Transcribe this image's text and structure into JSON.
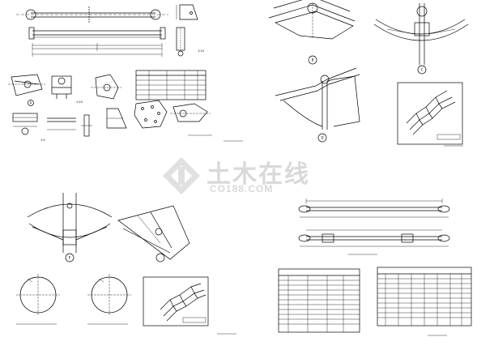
{
  "watermark": {
    "name_cn": "土木在线",
    "site": "CO188.COM"
  },
  "details": {
    "A": "A",
    "B": "B",
    "C": "C",
    "D": "D",
    "E": "E"
  },
  "scales": {
    "s1": "1:10",
    "s2": "1:10",
    "s3": "1:5"
  },
  "tables": {
    "small": {
      "rows": [
        [
          "",
          "",
          "",
          ""
        ],
        [
          "",
          "",
          "",
          ""
        ],
        [
          "",
          "",
          "",
          ""
        ],
        [
          "",
          "",
          "",
          ""
        ],
        [
          "",
          "",
          "",
          ""
        ]
      ]
    }
  },
  "colors": {
    "line": "#000000",
    "watermark": "#d9d9d9",
    "paper": "#ffffff"
  }
}
